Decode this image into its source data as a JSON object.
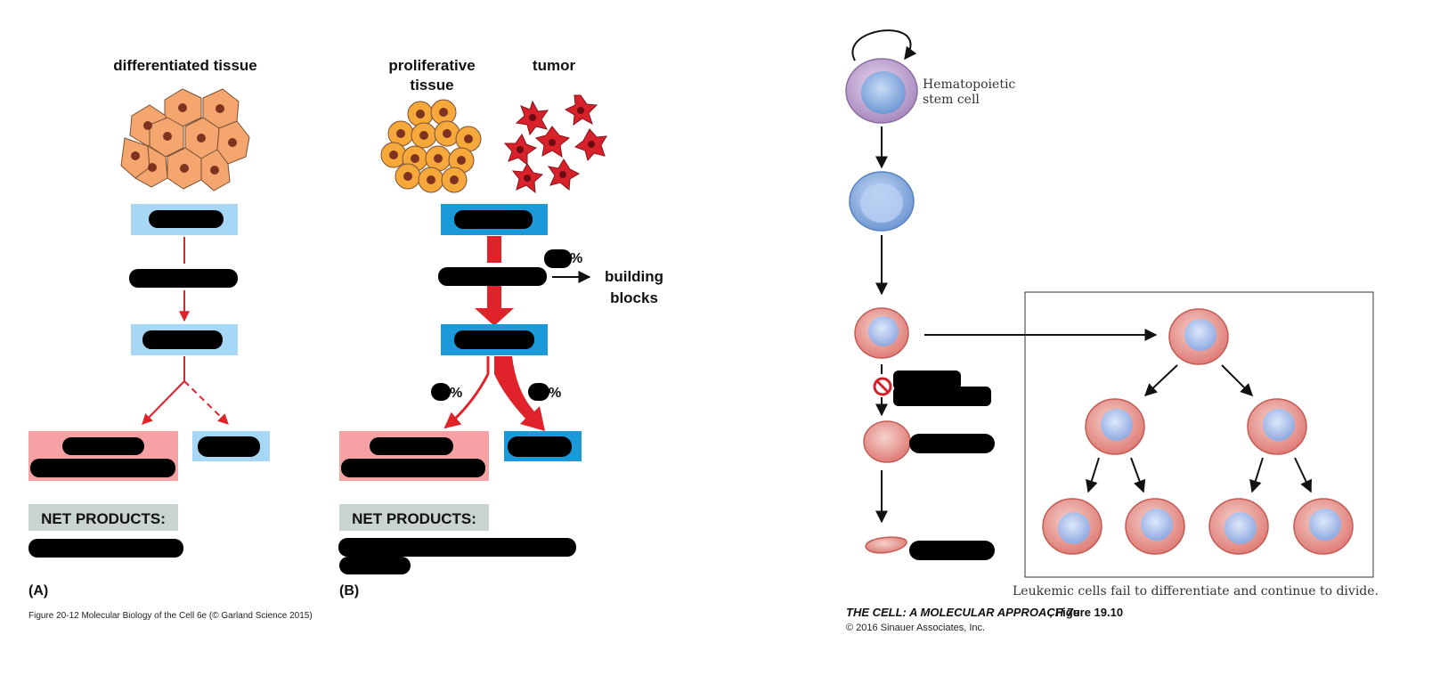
{
  "left_figure": {
    "panel_a": {
      "title": "differentiated tissue",
      "net_products_label": "NET PRODUCTS:",
      "panel_label": "(A)"
    },
    "panel_b": {
      "title_proliferative": "proliferative",
      "title_proliferative_line2": "tissue",
      "title_tumor": "tumor",
      "building_blocks": "building",
      "building_blocks_line2": "blocks",
      "percent_side": "%",
      "percent_left": "%",
      "percent_right": "%",
      "net_products_label": "NET PRODUCTS:",
      "panel_label": "(B)"
    },
    "caption": "Figure 20-12  Molecular Biology of the Cell 6e (© Garland Science 2015)"
  },
  "right_figure": {
    "stem_cell_label": "Hematopoietic",
    "stem_cell_label_line2": "stem cell",
    "leukemia_caption": "Leukemic cells fail to differentiate and continue to divide.",
    "book_title": "THE CELL: A MOLECULAR APPROACH 7e",
    "figure_ref": ", Figure 19.10",
    "copyright": "© 2016 Sinauer Associates, Inc."
  },
  "colors": {
    "light_blue_box": "#a6d8f5",
    "blue_box": "#1b99d9",
    "pink_box": "#f6a1a3",
    "gray_box": "#c9d3d0",
    "red_arrow": "#e0222b",
    "orange_cell": "#f5a66f",
    "tumor_cell": "#d7222b",
    "redaction": "#000000"
  }
}
